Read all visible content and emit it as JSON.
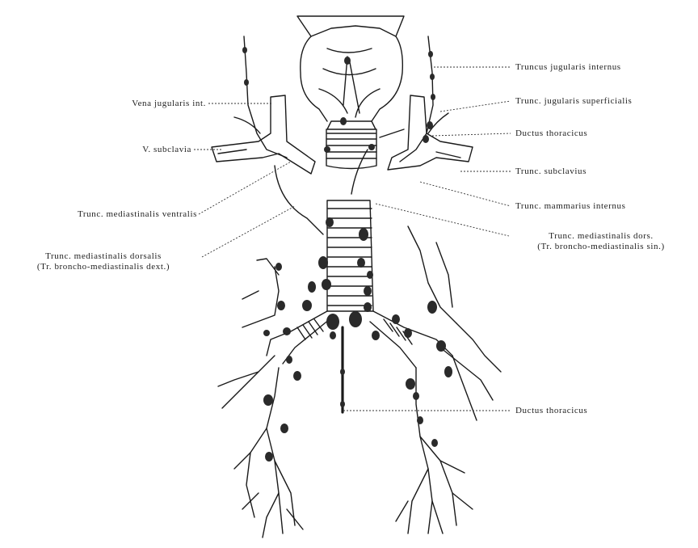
{
  "labels": {
    "truncus_jugularis_internus": "Truncus jugularis internus",
    "vena_jugularis_int": "Vena jugularis int.",
    "trunc_jugularis_superficialis": "Trunc. jugularis superficialis",
    "ductus_thoracicus_upper": "Ductus thoracicus",
    "v_subclavia": "V. subclavia",
    "trunc_subclavius": "Trunc. subclavius",
    "trunc_mammarius_internus": "Trunc. mammarius internus",
    "trunc_mediastinalis_ventralis": "Trunc. mediastinalis ventralis",
    "trunc_mediastinalis_dors": "Trunc. mediastinalis dors.",
    "tr_broncho_mediastinalis_sin": "(Tr. broncho-mediastinalis sin.)",
    "trunc_mediastinalis_dorsalis": "Trunc. mediastinalis dorsalis",
    "tr_broncho_mediastinalis_dext": "(Tr. broncho-mediastinalis dext.)",
    "ductus_thoracicus_lower": "Ductus thoracicus"
  },
  "colors": {
    "ink": "#1a1a1a",
    "node": "#2a2a2a",
    "leader": "#333333",
    "background": "#ffffff"
  }
}
